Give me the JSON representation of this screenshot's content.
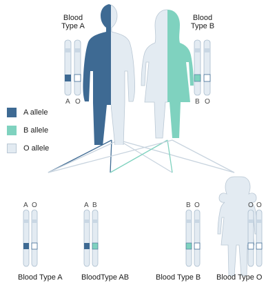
{
  "parents": {
    "left_label": "Blood Type A",
    "left_label_line1": "Blood",
    "left_label_line2": "Type A",
    "right_label_line1": "Blood",
    "right_label_line2": "Type B",
    "left_alleles": "A  O",
    "left_allele_1": "A",
    "left_allele_2": "O",
    "right_allele_1": "B",
    "right_allele_2": "O"
  },
  "legend": {
    "items": [
      {
        "label": "A allele",
        "color": "#3e6a93"
      },
      {
        "label": "B allele",
        "color": "#7fd2bf"
      },
      {
        "label": "O allele",
        "color": "#e3ebf2"
      }
    ]
  },
  "children": [
    {
      "label": "Blood Type A",
      "allele_1": "A",
      "allele_2": "O"
    },
    {
      "label": "BloodType AB",
      "allele_1": "A",
      "allele_2": "B"
    },
    {
      "label": "Blood Type B",
      "allele_1": "B",
      "allele_2": "O"
    },
    {
      "label": "Blood Type O",
      "allele_1": "O",
      "allele_2": "O"
    }
  ],
  "colors": {
    "a_allele": "#3e6a93",
    "b_allele": "#7fd2bf",
    "o_allele": "#e3ebf2",
    "outline": "#b9c7d4"
  }
}
